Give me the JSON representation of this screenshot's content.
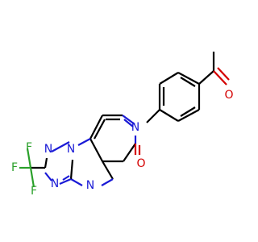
{
  "molecule": {
    "atom_labels": {
      "n_pyridinone": "N",
      "o_lactam": "O",
      "o_ketone": "O",
      "n_bridgehead": "N",
      "n_triazole_1": "N",
      "n_triazole_2": "N",
      "n_pyrimidine": "N",
      "f1": "F",
      "f2": "F",
      "f3": "F"
    },
    "colors": {
      "bond": "#000000",
      "nitrogen": "#1a1ad6",
      "oxygen": "#d40000",
      "fluorine": "#2aa02a",
      "background": "#ffffff"
    }
  }
}
